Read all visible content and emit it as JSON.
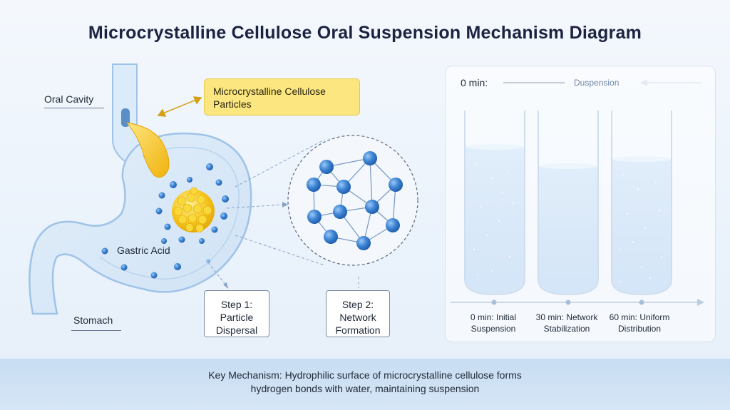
{
  "title": "Microcrystalline Cellulose Oral Suspension Mechanism Diagram",
  "anatomy": {
    "oral_cavity": "Oral Cavity",
    "stomach": "Stomach",
    "gastric_acid": "Gastric Acid"
  },
  "callout": {
    "line1": "Microcrystalline Cellulose",
    "line2": "Particles"
  },
  "steps": [
    {
      "line1": "Step 1:",
      "line2": "Particle",
      "line3": "Dispersal"
    },
    {
      "line1": "Step 2:",
      "line2": "Network",
      "line3": "Formation"
    }
  ],
  "timeline": {
    "header": "0 min:",
    "suspension_label": "Duspension",
    "tubes": [
      {
        "time": "0 min: Initial",
        "desc": "Suspension"
      },
      {
        "time": "30 min: Network",
        "desc": "Stabilization"
      },
      {
        "time": "60 min: Uniform",
        "desc": "Distribution"
      }
    ]
  },
  "footer": {
    "line1": "Key Mechanism: Hydrophilic surface of microcrystalline cellulose forms",
    "line2": "hydrogen bonds with water, maintaining suspension"
  },
  "colors": {
    "particle_blue": "#3f86d6",
    "mcc_yellow": "#f5c518",
    "callout_bg": "#fbe680",
    "footer_bg": "#cfe1f4"
  }
}
